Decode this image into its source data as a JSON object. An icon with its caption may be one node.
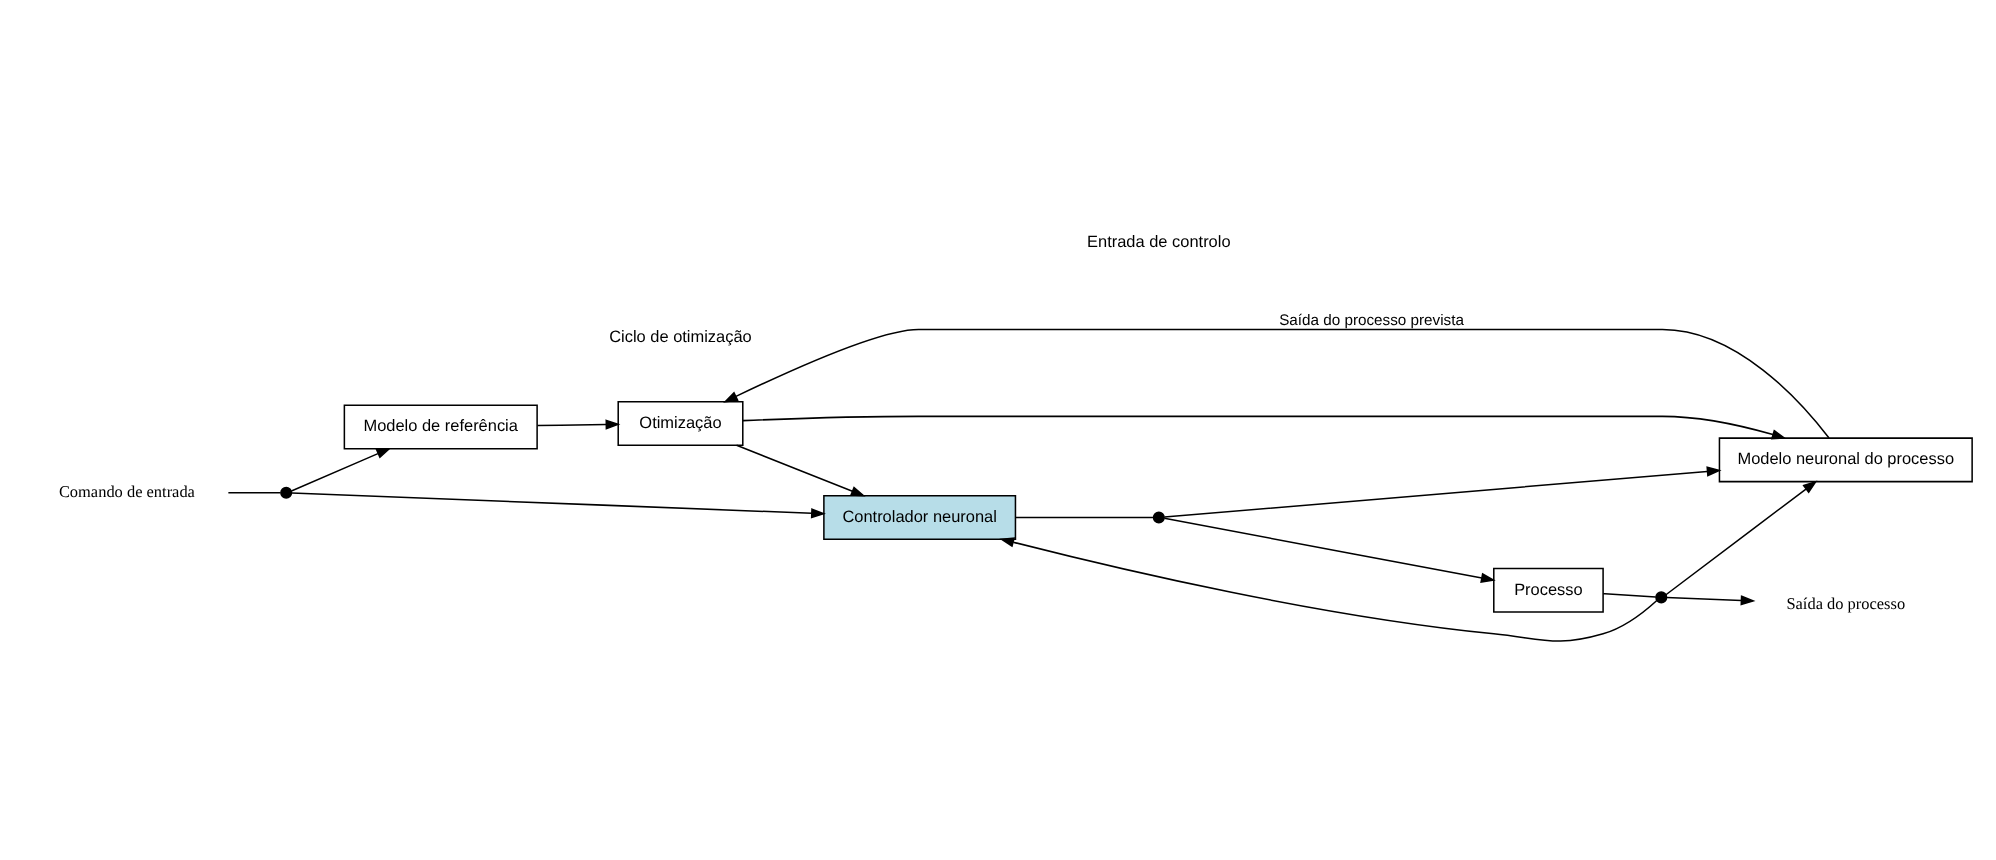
{
  "diagram": {
    "nodes": [
      {
        "text": [
          "Comando de entrada"
        ]
      },
      {
        "text": [
          "Modelo de referência"
        ]
      },
      {
        "text": [
          "Otimização"
        ]
      },
      {
        "text": [
          "Modelo neuronal do processo"
        ]
      },
      {
        "text": [
          "Controlador neuronal"
        ]
      },
      {
        "text": [
          "Processo"
        ]
      },
      {
        "text": [
          "Saída do processo"
        ]
      },
      {
        "text": [],
        "shape": "circle"
      },
      {
        "text": [],
        "shape": "circle"
      },
      {
        "text": [],
        "shape": "circle"
      }
    ],
    "edges": [
      {
        "from": 0,
        "to": 7,
        "arrow": "none"
      },
      {
        "from": 7,
        "to": 1,
        "arrow": "to"
      },
      {
        "from": 7,
        "to": 4,
        "arrow": "to"
      },
      {
        "from": 1,
        "to": 2,
        "arrow": "to"
      },
      {
        "from": 2,
        "to": 3,
        "arrow": "to"
      },
      {
        "from": 3,
        "to": 2,
        "arrow": "to",
        "label": "Saída do processo prevista"
      },
      {
        "from": 2,
        "to": 4,
        "arrow": "to"
      },
      {
        "from": 4,
        "to": 8,
        "arrow": "none"
      },
      {
        "from": 8,
        "to": 5,
        "arrow": "to"
      },
      {
        "from": 8,
        "to": 3,
        "arrow": "to"
      },
      {
        "from": 5,
        "to": 9,
        "arrow": "none"
      },
      {
        "from": 9,
        "to": 6,
        "arrow": "to"
      },
      {
        "from": 9,
        "to": 3,
        "arrow": "to"
      },
      {
        "from": 9,
        "to": 4,
        "arrow": "to"
      }
    ],
    "labels": [
      "Ciclo de otimização",
      "Entrada de controlo"
    ]
  }
}
